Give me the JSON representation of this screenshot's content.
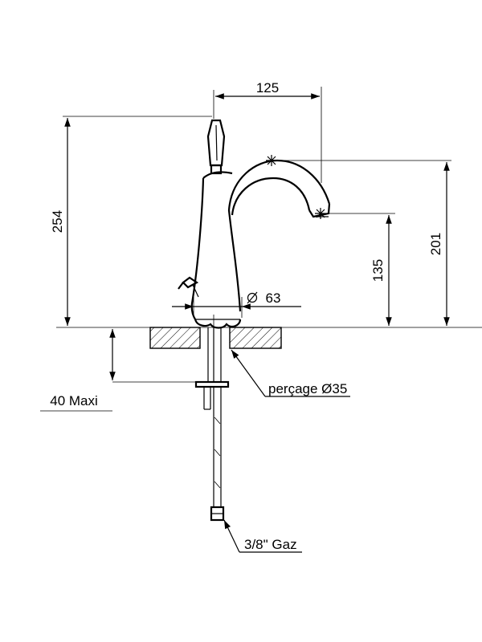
{
  "dimensions": {
    "spout_reach": "125",
    "total_height": "254",
    "spout_height": "201",
    "outlet_height": "135",
    "base_diameter": "63",
    "max_deck_thickness": "40 Maxi",
    "hole_diameter": "perçage Ø35",
    "connection": "3/8\" Gaz"
  }
}
